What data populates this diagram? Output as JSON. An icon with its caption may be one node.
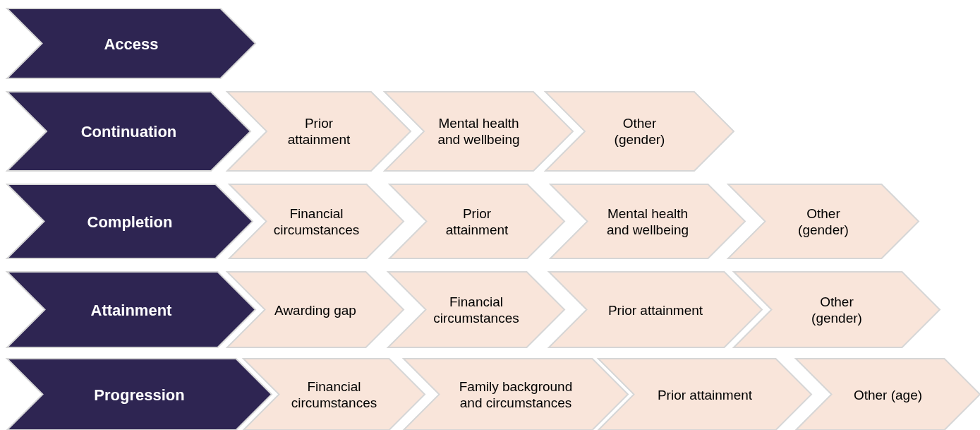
{
  "diagram": {
    "nodes": [
      {
        "text": [
          "Access"
        ]
      },
      {
        "text": [
          "Continuation"
        ]
      },
      {
        "text": [
          "Prior attainment"
        ]
      },
      {
        "text": [
          "Mental health and wellbeing"
        ]
      },
      {
        "text": [
          "Other (gender)"
        ]
      },
      {
        "text": [
          "Completion"
        ]
      },
      {
        "text": [
          "Financial circumstances"
        ]
      },
      {
        "text": [
          "Prior attainment"
        ]
      },
      {
        "text": [
          "Mental health and wellbeing"
        ]
      },
      {
        "text": [
          "Other (gender)"
        ]
      },
      {
        "text": [
          "Attainment"
        ]
      },
      {
        "text": [
          "Awarding gap"
        ]
      },
      {
        "text": [
          "Financial circumstances"
        ]
      },
      {
        "text": [
          "Prior attainment"
        ]
      },
      {
        "text": [
          "Other (gender)"
        ]
      },
      {
        "text": [
          "Progression"
        ]
      },
      {
        "text": [
          "Financial circumstances"
        ]
      },
      {
        "text": [
          "Family background and circumstances"
        ]
      },
      {
        "text": [
          "Prior attainment"
        ]
      },
      {
        "text": [
          "Other (age)"
        ]
      }
    ]
  }
}
